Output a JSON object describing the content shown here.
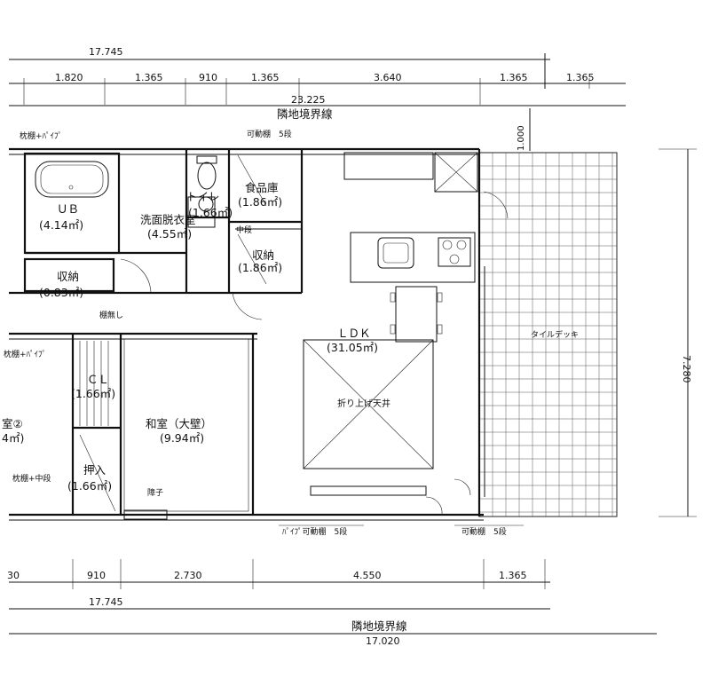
{
  "dimensions": {
    "top_total": "17.745",
    "top_segments": [
      "1.820",
      "1.365",
      "910",
      "1.365",
      "3.640",
      "1.365",
      "1.365"
    ],
    "top_overall": "23.225",
    "right_small": "1.000",
    "right_height": "7.280",
    "bottom_segments": [
      "30",
      "910",
      "2.730",
      "4.550",
      "1.365"
    ],
    "bottom_total": "17.745",
    "bottom_overall": "17.020"
  },
  "boundary": {
    "top": "隣地境界線",
    "bottom": "隣地境界線"
  },
  "rooms": {
    "ub": {
      "name": "ＵＢ",
      "area": "(4.14㎡)"
    },
    "washroom": {
      "name": "洗面脱衣室",
      "area": "(4.55㎡)"
    },
    "toilet": {
      "name": "トイレ",
      "area": "(1.66㎡)"
    },
    "pantry": {
      "name": "食品庫",
      "area": "(1.86㎡)"
    },
    "storage_mid": {
      "name": "収納",
      "area": "(1.86㎡)"
    },
    "storage_left": {
      "name": "収納",
      "area": "(0.83㎡)"
    },
    "ldk": {
      "name": "ＬＤＫ",
      "area": "(31.05㎡)"
    },
    "ceiling": {
      "name": "折り上げ天井"
    },
    "closet": {
      "name": "ＣＬ",
      "area": "(1.66㎡)"
    },
    "washitsu": {
      "name": "和室（大壁）",
      "area": "(9.94㎡)"
    },
    "oshiire": {
      "name": "押入",
      "area": "(1.66㎡)"
    },
    "room2": {
      "name": "室②",
      "area": "4㎡)"
    }
  },
  "notes": {
    "shelf_pipe_1": "枕棚+ﾊﾟｲﾌﾟ",
    "adjustable_shelf_top": "可動棚　5段",
    "middle_shelf": "中段",
    "no_shelf": "棚無し",
    "shelf_pipe_2": "枕棚+ﾊﾟｲﾌﾟ",
    "shelf_middle": "枕棚+中段",
    "shoji": "障子",
    "pipe_adjustable": "ﾊﾟｲﾌﾟ可動棚　5段",
    "adjustable_shelf_bottom": "可動棚　5段",
    "tile_deck": "タイルデッキ"
  }
}
